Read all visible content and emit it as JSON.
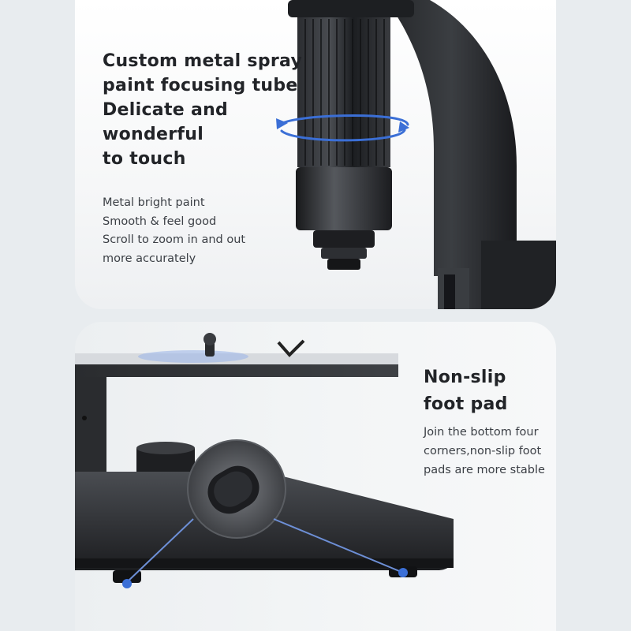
{
  "focus_tube": {
    "headline_lines": [
      "Custom metal spray",
      "paint focusing tube",
      "Delicate and",
      "wonderful",
      "to touch"
    ],
    "body_lines": [
      "Metal bright paint",
      "Smooth & feel good",
      "Scroll to zoom in and out",
      "more accurately"
    ]
  },
  "foot_pad": {
    "headline_lines": [
      "Non-slip",
      "foot pad"
    ],
    "body_lines": [
      "Join the bottom four",
      "corners,non-slip foot",
      "pads are more stable"
    ]
  },
  "colors": {
    "page_background": "#e8ecef",
    "headline": "#222428",
    "body": "#3c4046",
    "accent_blue": "#3b6fd6",
    "metal_dark": "#1f2124"
  }
}
